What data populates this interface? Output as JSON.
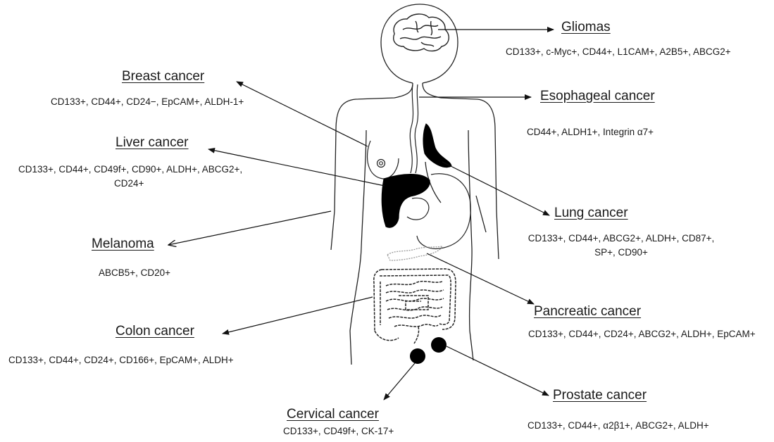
{
  "figure": {
    "cancers": [
      {
        "name": "Gliomas",
        "markers": [
          "CD133+, c-Myc+, CD44+, L1CAM+, A2B5+, ABCG2+"
        ]
      },
      {
        "name": "Breast cancer",
        "markers": [
          "CD133+, CD44+, CD24−, EpCAM+, ALDH-1+"
        ]
      },
      {
        "name": "Esophageal cancer",
        "markers": [
          "CD44+, ALDH1+, Integrin α7+"
        ]
      },
      {
        "name": "Liver cancer",
        "markers": [
          "CD133+, CD44+, CD49f+, CD90+, ALDH+, ABCG2+,",
          "CD24+"
        ]
      },
      {
        "name": "Lung cancer",
        "markers": [
          "CD133+, CD44+, ABCG2+, ALDH+, CD87+,",
          "SP+, CD90+"
        ]
      },
      {
        "name": "Melanoma",
        "markers": [
          "ABCB5+, CD20+"
        ]
      },
      {
        "name": "Pancreatic cancer",
        "markers": [
          "CD133+, CD44+, CD24+, ABCG2+, ALDH+, EpCAM+"
        ]
      },
      {
        "name": "Colon cancer",
        "markers": [
          "CD133+, CD44+, CD24+, CD166+, EpCAM+, ALDH+"
        ]
      },
      {
        "name": "Prostate cancer",
        "markers": [
          "CD133+, CD44+, α2β1+, ABCG2+, ALDH+"
        ]
      },
      {
        "name": "Cervical cancer",
        "markers": [
          "CD133+, CD49f+, CK-17+"
        ]
      }
    ]
  }
}
